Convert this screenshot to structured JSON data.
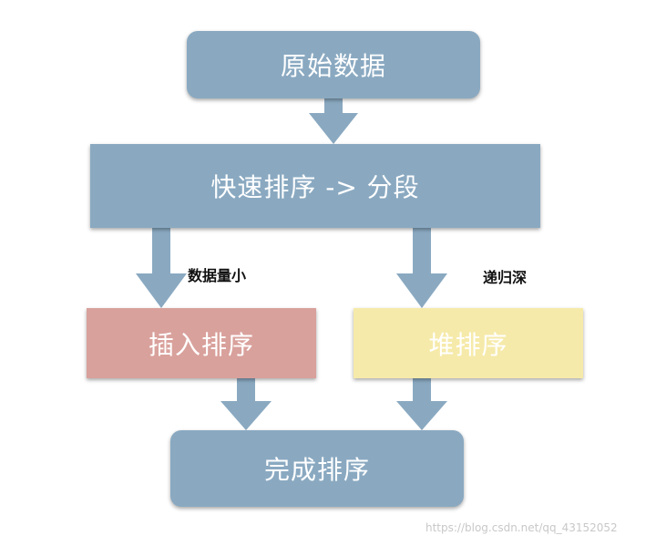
{
  "nodes": {
    "start": "原始数据",
    "quick_sort": "快速排序 -> 分段",
    "insertion_sort": "插入排序",
    "heap_sort": "堆排序",
    "done": "完成排序"
  },
  "edge_labels": {
    "small_data": "数据量小",
    "deep_recursion": "递归深"
  },
  "watermark": "https://blog.csdn.net/qq_43152052",
  "colors": {
    "process_blue": "#8aa9c1",
    "insertion_red": "#d9a19c",
    "heap_yellow": "#f6eaaa"
  }
}
